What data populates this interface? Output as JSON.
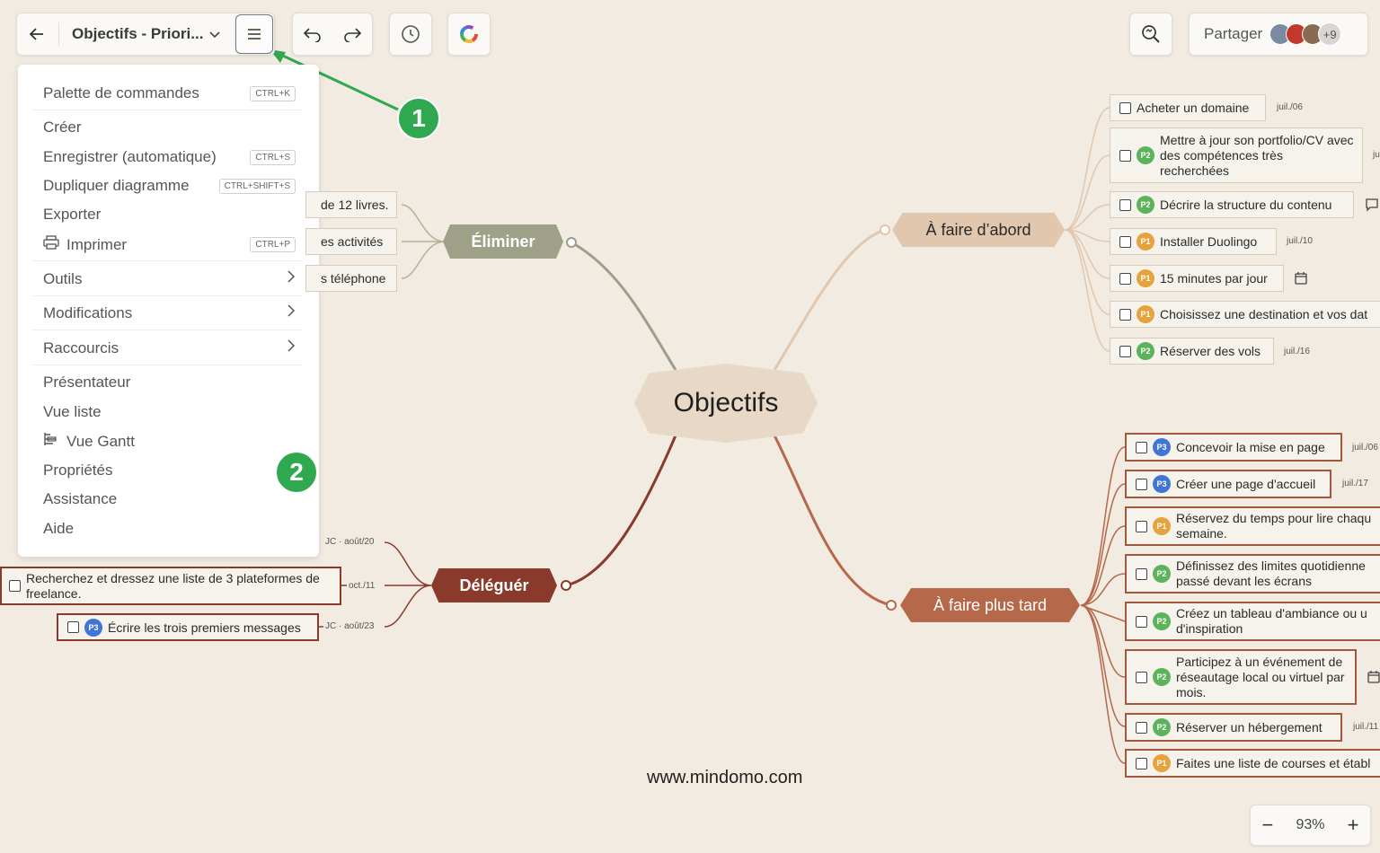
{
  "toolbar": {
    "title": "Objectifs - Priori...",
    "share_label": "Partager",
    "extra_users": "+9"
  },
  "menu": {
    "items": [
      {
        "label": "Palette de commandes",
        "shortcut": "CTRL+K"
      },
      {
        "label": "Créer"
      },
      {
        "label": "Enregistrer (automatique)",
        "shortcut": "CTRL+S"
      },
      {
        "label": "Dupliquer diagramme",
        "shortcut": "CTRL+SHIFT+S"
      },
      {
        "label": "Exporter"
      },
      {
        "label": "Imprimer",
        "shortcut": "CTRL+P"
      },
      {
        "label": "Outils"
      },
      {
        "label": "Modifications"
      },
      {
        "label": "Raccourcis"
      },
      {
        "label": "Présentateur"
      },
      {
        "label": "Vue liste"
      },
      {
        "label": "Vue Gantt"
      },
      {
        "label": "Propriétés"
      },
      {
        "label": "Assistance"
      },
      {
        "label": "Aide"
      }
    ]
  },
  "annotations": {
    "one": "1",
    "two": "2"
  },
  "map": {
    "center": "Objectifs",
    "eliminer": {
      "label": "Éliminer",
      "tasks": [
        "de 12 livres.",
        "es activités",
        "s téléphone"
      ]
    },
    "deleguer": {
      "label": "Déléguér",
      "tasks": [
        {
          "text": "Recherchez et dressez une liste de 3 plateformes de freelance.",
          "date": "oct./11"
        },
        {
          "text": "Écrire les trois premiers messages",
          "priority": "P3",
          "date": "JC · août/23"
        }
      ],
      "top_date": "JC · août/20"
    },
    "abord": {
      "label": "À faire d’abord",
      "tasks": [
        {
          "text": "Acheter un domaine",
          "date": "juil./06"
        },
        {
          "text": "Mettre à jour son portfolio/CV avec des compétences très recherchées",
          "priority": "P2",
          "date": "ju"
        },
        {
          "text": "Décrire la structure du contenu",
          "priority": "P2"
        },
        {
          "text": "Installer Duolingo",
          "priority": "P1",
          "date": "juil./10"
        },
        {
          "text": "15 minutes par jour",
          "priority": "P1"
        },
        {
          "text": "Choisissez une destination et vos dat",
          "priority": "P1"
        },
        {
          "text": "Réserver des vols",
          "priority": "P2",
          "date": "juil./16"
        }
      ]
    },
    "plustard": {
      "label": "À faire plus tard",
      "tasks": [
        {
          "text": "Concevoir la mise en page",
          "priority": "P3",
          "date": "juil./06"
        },
        {
          "text": "Créer une page d'accueil",
          "priority": "P3",
          "date": "juil./17"
        },
        {
          "text": "Réservez du temps pour lire chaqu semaine.",
          "priority": "P1"
        },
        {
          "text": "Définissez des limites quotidienne passé devant les écrans",
          "priority": "P2"
        },
        {
          "text": "Créez un tableau d'ambiance ou u d'inspiration",
          "priority": "P2"
        },
        {
          "text": "Participez à un événement de réseautage local ou virtuel par mois.",
          "priority": "P2"
        },
        {
          "text": "Réserver un hébergement",
          "priority": "P2",
          "date": "juil./11"
        },
        {
          "text": "Faites une liste de courses et établ",
          "priority": "P1"
        }
      ]
    }
  },
  "watermark": "www.mindomo.com",
  "zoom": {
    "value": "93%",
    "minus": "−",
    "plus": "+"
  },
  "icons": [
    "back-arrow-icon",
    "chevron-down-icon",
    "hamburger-menu-icon",
    "undo-icon",
    "redo-icon",
    "history-clock-icon",
    "color-wheel-icon",
    "zoom-fit-icon",
    "printer-icon",
    "gantt-icon",
    "chevron-right-icon",
    "recurring-calendar-icon",
    "comment-icon"
  ]
}
